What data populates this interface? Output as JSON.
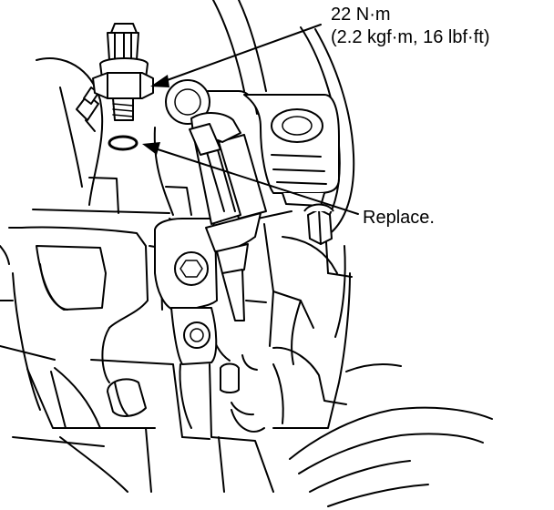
{
  "callouts": {
    "torque_line1": "22 N·m",
    "torque_line2": "(2.2 kgf·m, 16 lbf·ft)",
    "replace": "Replace."
  }
}
